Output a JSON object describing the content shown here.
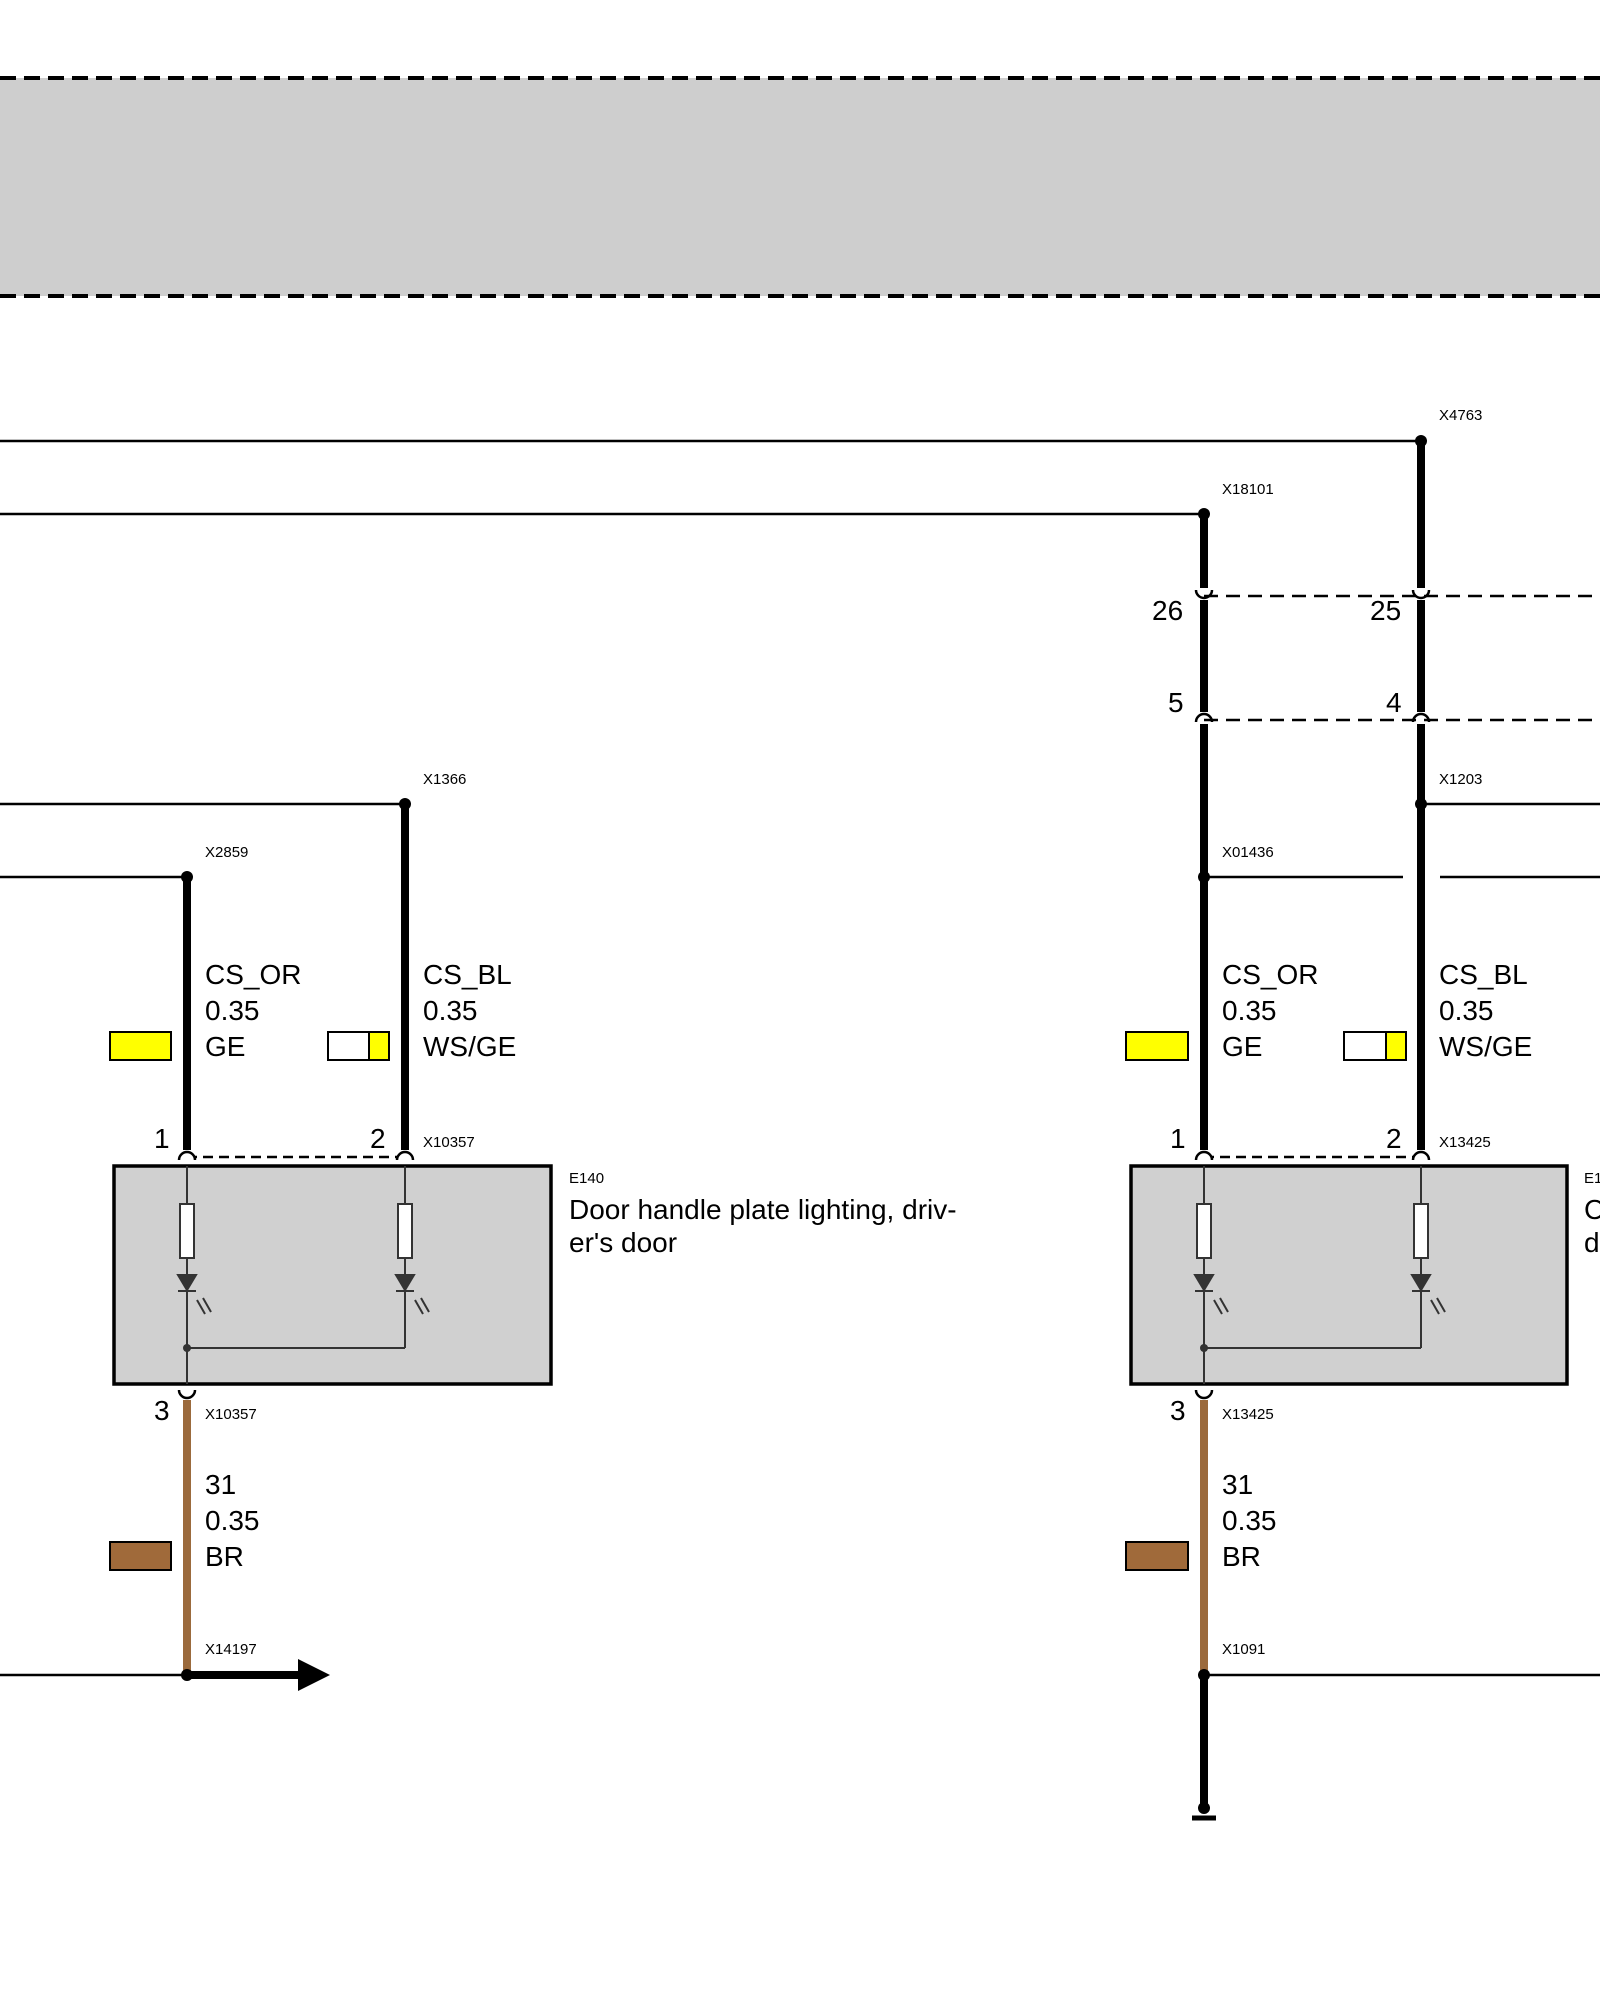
{
  "nodes": {
    "x4763": "X4763",
    "x18101": "X18101",
    "x1366": "X1366",
    "x2859": "X2859",
    "x1203": "X1203",
    "x01436": "X01436",
    "x10357_top": "X10357",
    "x10357_bottom": "X10357",
    "x13425_top": "X13425",
    "x13425_bottom": "X13425",
    "x14197": "X14197",
    "x1091": "X1091"
  },
  "pins": {
    "p26": "26",
    "p25": "25",
    "p5": "5",
    "p4": "4",
    "left_1": "1",
    "left_2": "2",
    "left_3": "3",
    "right_1": "1",
    "right_2": "2",
    "right_3": "3"
  },
  "components": {
    "left": {
      "id": "E140",
      "desc_line1": "Door handle plate lighting, driv-",
      "desc_line2": "er's door"
    },
    "right": {
      "id": "E1",
      "desc_line1": "C",
      "desc_line2": "do"
    }
  },
  "wires": {
    "left_a": {
      "signal": "CS_OR",
      "size": "0.35",
      "color_code": "GE"
    },
    "left_b": {
      "signal": "CS_BL",
      "size": "0.35",
      "color_code": "WS/GE"
    },
    "left_ground": {
      "signal": "31",
      "size": "0.35",
      "color_code": "BR"
    },
    "right_a": {
      "signal": "CS_OR",
      "size": "0.35",
      "color_code": "GE"
    },
    "right_b": {
      "signal": "CS_BL",
      "size": "0.35",
      "color_code": "WS/GE"
    },
    "right_ground": {
      "signal": "31",
      "size": "0.35",
      "color_code": "BR"
    }
  },
  "colors": {
    "yellow": "#ffff00",
    "white": "#ffffff",
    "brown": "#9b6a3c",
    "brown_swatch": "#a06a3a",
    "component_fill": "#d0d0d0",
    "header_fill": "#cecece"
  }
}
